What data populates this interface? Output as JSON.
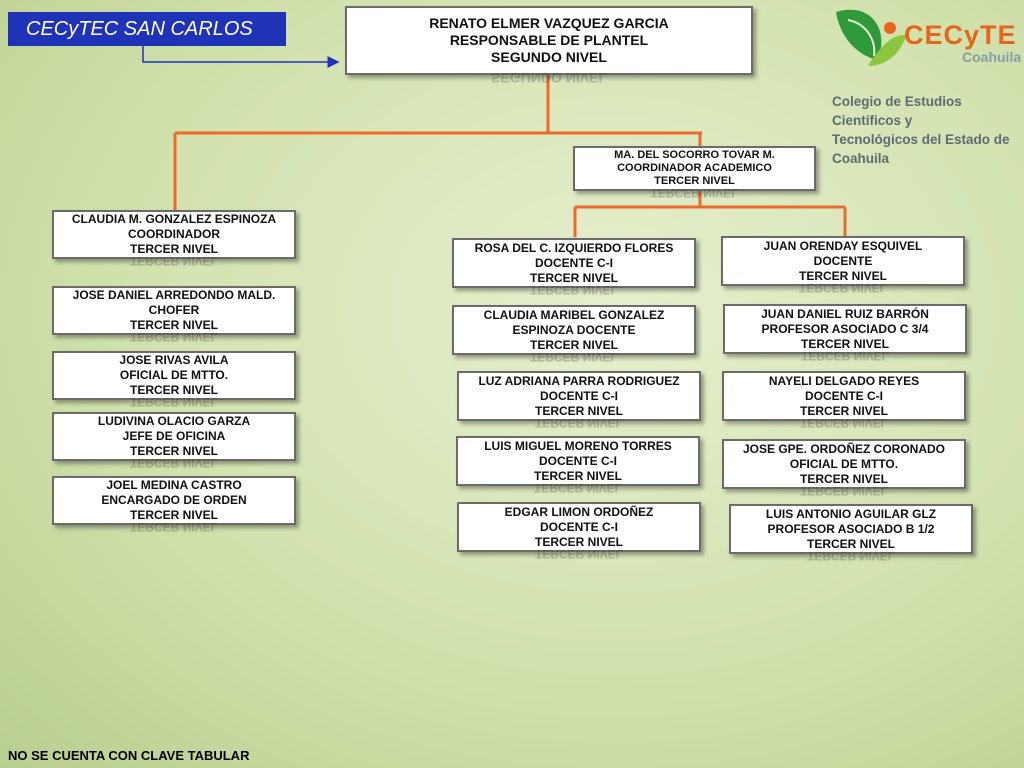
{
  "header": {
    "title": "CECyTEC  SAN CARLOS"
  },
  "logo": {
    "icon": "cecyte-leaf-logo",
    "brand": "CECyTE",
    "region": "Coahuila",
    "institution_line1": "Colegio de Estudios Científicos y",
    "institution_line2": "Tecnológicos del Estado de Coahuila"
  },
  "colors": {
    "title_bg": "#1f33b8",
    "connector": "#ee6a2b",
    "brand_orange": "#e8661c"
  },
  "root": {
    "name": "RENATO ELMER VAZQUEZ  GARCIA",
    "role": "RESPONSABLE DE PLANTEL",
    "level": "SEGUNDO  NIVEL"
  },
  "academic": {
    "name": "MA. DEL SOCORRO TOVAR M.",
    "role": "COORDINADOR ACADEMICO",
    "level": "TERCER NIVEL"
  },
  "left_column": [
    {
      "name": "CLAUDIA M. GONZALEZ ESPINOZA",
      "role": "COORDINADOR",
      "level": "TERCER NIVEL"
    },
    {
      "name": "JOSE DANIEL ARREDONDO MALD.",
      "role": "CHOFER",
      "level": "TERCER NIVEL"
    },
    {
      "name": "JOSE RIVAS AVILA",
      "role": "OFICIAL DE MTTO.",
      "level": "TERCER NIVEL"
    },
    {
      "name": "LUDIVINA OLACIO GARZA",
      "role": "JEFE DE OFICINA",
      "level": "TERCER NIVEL"
    },
    {
      "name": "JOEL MEDINA CASTRO",
      "role": "ENCARGADO DE ORDEN",
      "level": "TERCER NIVEL"
    }
  ],
  "middle_column": [
    {
      "name": "ROSA DEL C.  IZQUIERDO FLORES",
      "role": "DOCENTE C-I",
      "level": "TERCER NIVEL"
    },
    {
      "name": "CLAUDIA MARIBEL GONZALEZ",
      "role": "ESPINOZA DOCENTE",
      "level": "TERCER NIVEL"
    },
    {
      "name": "LUZ ADRIANA PARRA RODRIGUEZ",
      "role": "DOCENTE C-I",
      "level": "TERCER NIVEL"
    },
    {
      "name": "LUIS MIGUEL MORENO TORRES",
      "role": "DOCENTE C-I",
      "level": "TERCER NIVEL"
    },
    {
      "name": "EDGAR LIMON ORDOÑEZ",
      "role": "DOCENTE C-I",
      "level": "TERCER NIVEL"
    }
  ],
  "right_column": [
    {
      "name": "JUAN ORENDAY ESQUIVEL",
      "role": "DOCENTE",
      "level": "TERCER NIVEL"
    },
    {
      "name": "JUAN DANIEL RUIZ BARRÓN",
      "role": "PROFESOR ASOCIADO C 3/4",
      "level": "TERCER NIVEL"
    },
    {
      "name": "NAYELI DELGADO REYES",
      "role": "DOCENTE C-I",
      "level": "TERCER NIVEL"
    },
    {
      "name": "JOSE GPE. ORDOÑEZ CORONADO",
      "role": "OFICIAL DE MTTO.",
      "level": "TERCER NIVEL"
    },
    {
      "name": "LUIS ANTONIO AGUILAR GLZ",
      "role": "PROFESOR ASOCIADO B 1/2",
      "level": "TERCER NIVEL"
    }
  ],
  "footer": {
    "note": "NO SE CUENTA CON CLAVE TABULAR"
  }
}
